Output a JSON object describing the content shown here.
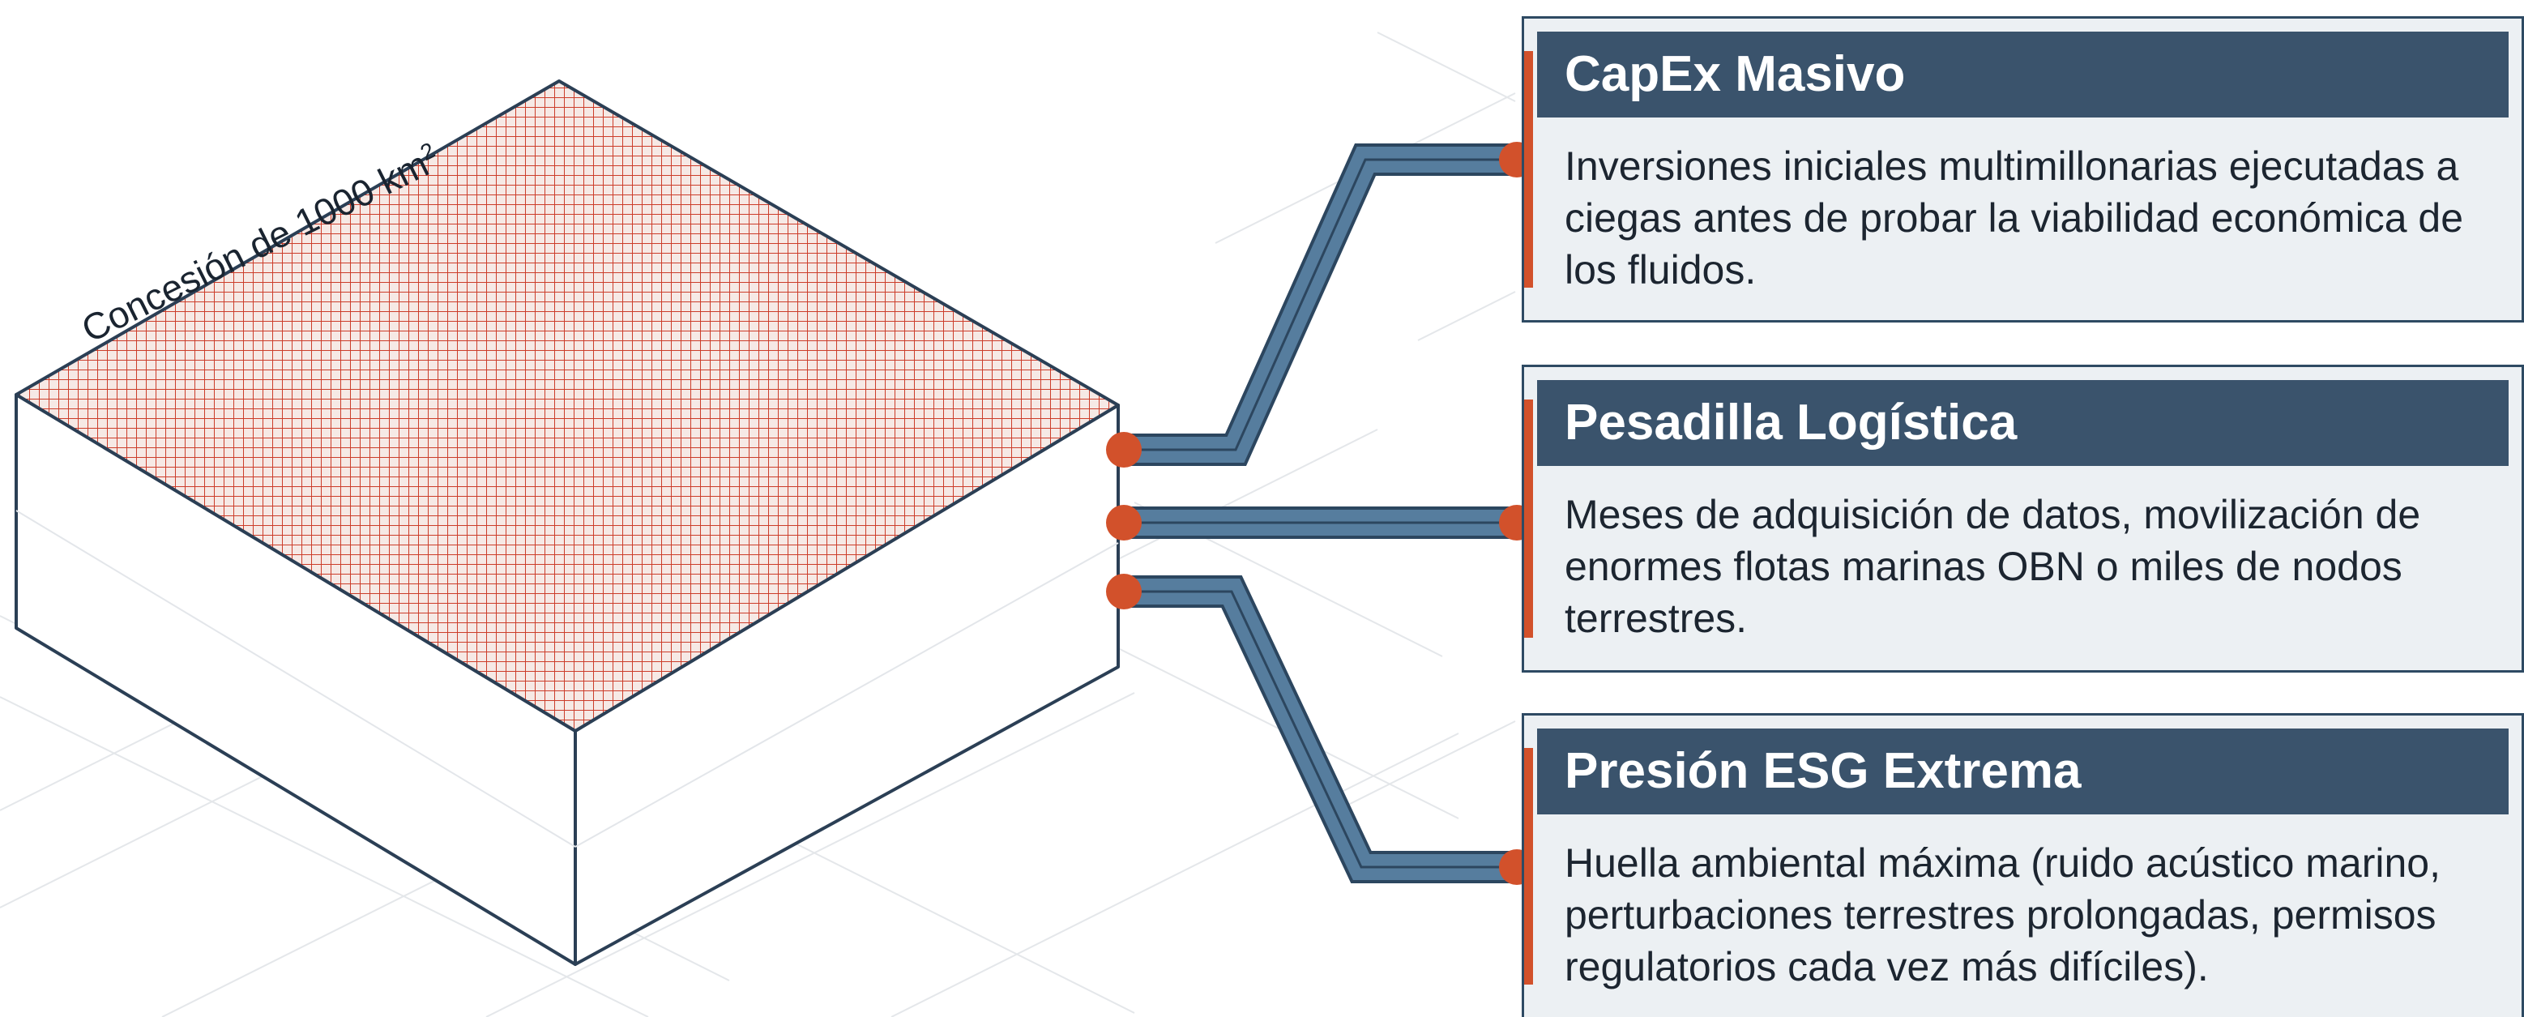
{
  "concession": {
    "label": "Concesión de 1000 km",
    "unit_superscript": "2"
  },
  "cards": [
    {
      "title": "CapEx Masivo",
      "body": "Inversiones iniciales multimillonarias ejecutadas a ciegas antes de probar la viabilidad económica de los fluidos."
    },
    {
      "title": "Pesadilla Logística",
      "body": "Meses de adquisición de datos, movilización de enormes flotas marinas OBN o miles de nodos terrestres."
    },
    {
      "title": "Presión ESG Extrema",
      "body": "Huella ambiental máxima (ruido acústico marino, perturbaciones terrestres prolongadas, permisos regulatorios cada vez más difíciles)."
    }
  ],
  "colors": {
    "connector": "#567d9e",
    "connector_outline": "#2c465f",
    "accent": "#d2512b",
    "header_bg": "#3a536c",
    "card_bg": "#ecf0f3",
    "grid_red": "#cc3d2a",
    "box_edge": "#2b3f55"
  }
}
